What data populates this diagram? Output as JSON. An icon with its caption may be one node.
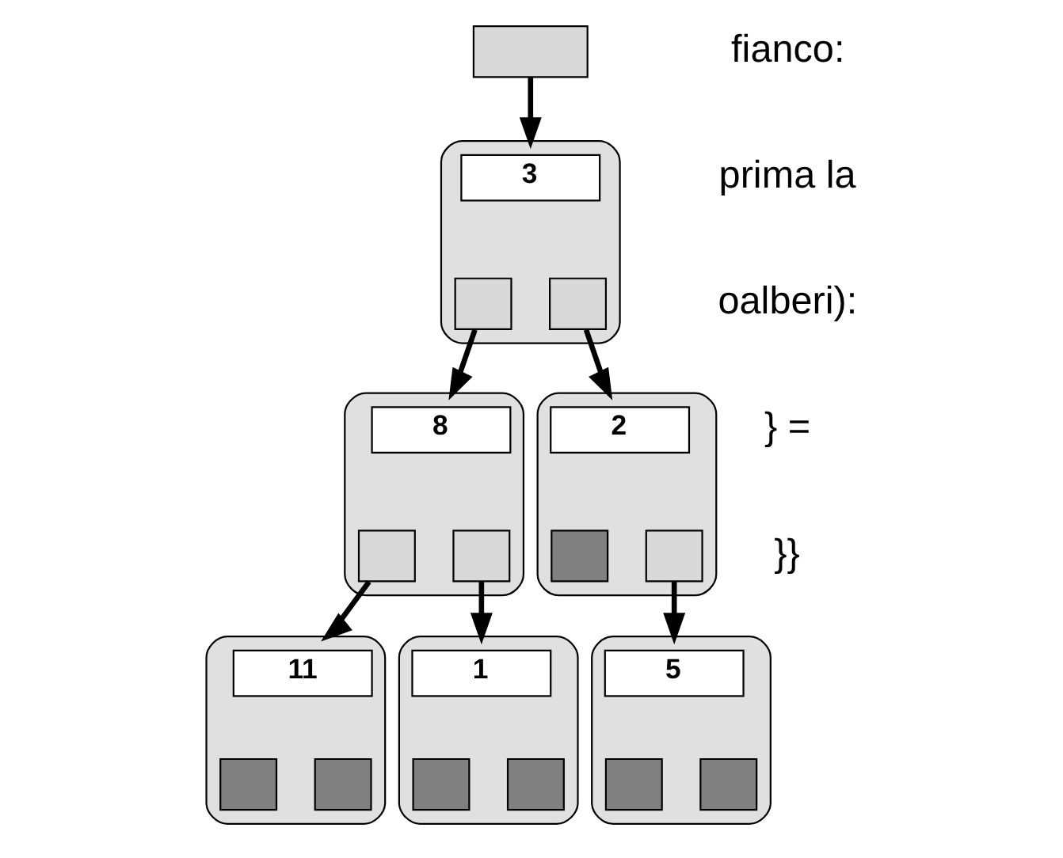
{
  "diagram": {
    "nodes": [
      {
        "text": [],
        "shape": "box"
      },
      {
        "text": [],
        "shape": "ellipse"
      },
      {
        "text": [
          "3"
        ],
        "in": 1
      },
      {
        "text": [],
        "shape": "box",
        "in": 1
      },
      {
        "text": [],
        "shape": "box",
        "in": 1
      },
      {
        "text": [],
        "shape": "ellipse"
      },
      {
        "text": [
          "8"
        ],
        "in": 5
      },
      {
        "text": [],
        "shape": "box",
        "in": 5
      },
      {
        "text": [],
        "shape": "box",
        "in": 5
      },
      {
        "text": [],
        "shape": "ellipse"
      },
      {
        "text": [
          "2"
        ],
        "in": 9
      },
      {
        "text": [],
        "shape": "box",
        "in": 9
      },
      {
        "text": [],
        "shape": "box",
        "in": 9
      },
      {
        "text": [],
        "shape": "ellipse"
      },
      {
        "text": [
          "11"
        ],
        "in": 13
      },
      {
        "text": [],
        "shape": "box",
        "in": 13
      },
      {
        "text": [],
        "shape": "box",
        "in": 13
      },
      {
        "text": [],
        "shape": "ellipse"
      },
      {
        "text": [
          "1"
        ],
        "in": 17
      },
      {
        "text": [],
        "shape": "box",
        "in": 17
      },
      {
        "text": [],
        "shape": "box",
        "in": 17
      },
      {
        "text": [],
        "shape": "ellipse"
      },
      {
        "text": [
          "5"
        ],
        "in": 21
      },
      {
        "text": [],
        "shape": "box",
        "in": 21
      },
      {
        "text": [],
        "shape": "box",
        "in": 21
      }
    ],
    "edges": [
      {
        "from": 0,
        "to": 1,
        "arrow": "to"
      },
      {
        "from": 3,
        "to": 5,
        "arrow": "to"
      },
      {
        "from": 4,
        "to": 9,
        "arrow": "to"
      },
      {
        "from": 7,
        "to": 13,
        "arrow": "to"
      },
      {
        "from": 8,
        "to": 17,
        "arrow": "to"
      },
      {
        "from": 12,
        "to": 21,
        "arrow": "to"
      }
    ],
    "labels": [
      "fianco:",
      "prima la",
      "oalberi):",
      "} =",
      "}}"
    ]
  }
}
